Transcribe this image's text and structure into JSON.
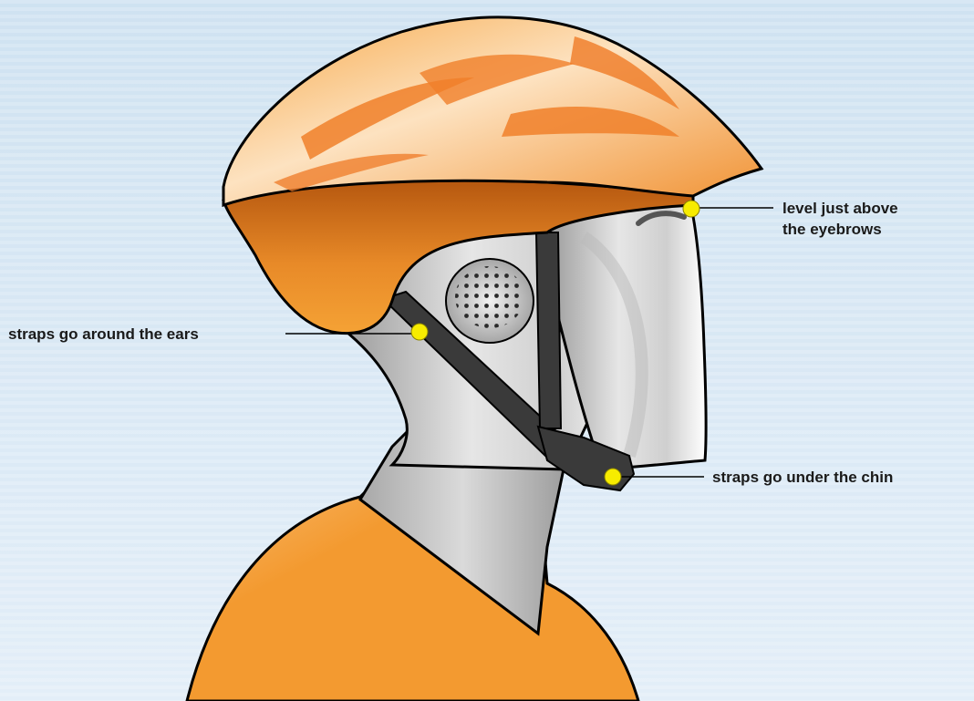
{
  "colors": {
    "background_top": "#cfe2f1",
    "background_bottom": "#e2eef8",
    "helmet_orange": "#f29a2e",
    "helmet_dark": "#b85a12",
    "strap": "#3a3a3a",
    "marker": "#f7ec00",
    "skin_gray": "#c9c9c9"
  },
  "callouts": {
    "eyebrows_line1": "level just above",
    "eyebrows_line2": "the eyebrows",
    "ears": "straps go around the ears",
    "chin": "straps go under the chin"
  }
}
